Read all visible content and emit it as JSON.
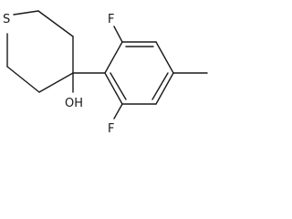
{
  "molecule": {
    "atoms": {
      "sulfur": "S",
      "hydroxyl": "OH",
      "fluorine_top": "F",
      "fluorine_bottom": "F"
    },
    "colors": {
      "bond": "#1a1a1a",
      "background": "#ffffff"
    }
  }
}
